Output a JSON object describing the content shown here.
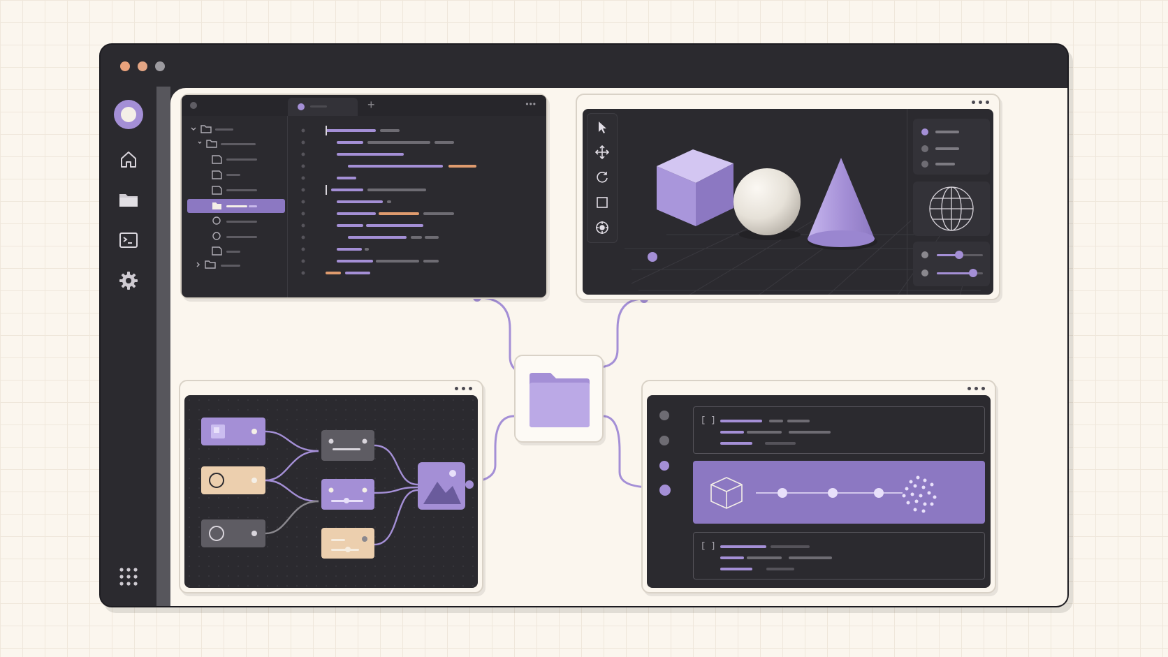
{
  "window": {
    "traffic_lights": {
      "close": "#e9a27c",
      "minimize": "#e3a584",
      "maximize": "#9c9a9f"
    }
  },
  "sidebar": {
    "items": [
      {
        "icon": "logo-ring-icon",
        "active": true
      },
      {
        "icon": "home-icon"
      },
      {
        "icon": "folder-icon"
      },
      {
        "icon": "terminal-icon"
      },
      {
        "icon": "gear-icon"
      }
    ],
    "footer_icon": "apps-grid-icon"
  },
  "code_editor": {
    "tabs": [
      {
        "active": false
      },
      {
        "active": true
      }
    ],
    "add_tab_label": "+",
    "menu_label": "•••"
  },
  "viewport_3d": {
    "tools": [
      "pointer-icon",
      "move-icon",
      "rotate-icon",
      "rectangle-icon",
      "target-icon"
    ],
    "objects": [
      "cube",
      "sphere",
      "cone"
    ],
    "sliders": [
      0.45,
      0.75
    ],
    "menu_label": "•••"
  },
  "node_graph": {
    "nodes": [
      "image-input-node",
      "circle-input-node",
      "circle-input-node-gray",
      "filter-node",
      "slider-node",
      "adjust-node",
      "image-output-node"
    ],
    "menu_label": "•••"
  },
  "console": {
    "blocks": [
      {
        "bracket_label": "[ ]"
      },
      {
        "highlighted": true
      },
      {
        "bracket_label": "[ ]"
      }
    ],
    "menu_label": "•••"
  },
  "hub": {
    "icon": "folder-icon"
  },
  "colors": {
    "accent": "#a48fd6",
    "accent_dark": "#8c78c2",
    "dark_surface": "#2b2a2f",
    "cream": "#fbf6ee",
    "orange": "#df9b6e",
    "peach": "#eccfae"
  }
}
